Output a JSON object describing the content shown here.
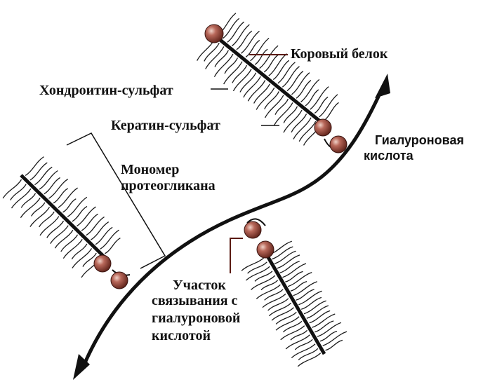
{
  "labels": {
    "core_protein": "Коровый белок",
    "chondroitin_sulfate": "Хондроитин-сульфат",
    "keratan_sulfate": "Кератин-сульфат",
    "hyaluronic_acid_line1": "Гиалуроновая",
    "hyaluronic_acid_line2": "кислота",
    "monomer_line1": "Мономер",
    "monomer_line2": "протеогликана",
    "binding_line1": "Участок",
    "binding_line2": "связывания с",
    "binding_line3": "гиалуроновой",
    "binding_line4": "кислотой"
  },
  "colors": {
    "bead": "#9a4a3e",
    "bead_highlight": "#e8c4b8",
    "line": "#111111",
    "leader": "#5a1a12",
    "text": "#111111"
  },
  "icons": {
    "backbone_arrows": "arrowhead"
  }
}
